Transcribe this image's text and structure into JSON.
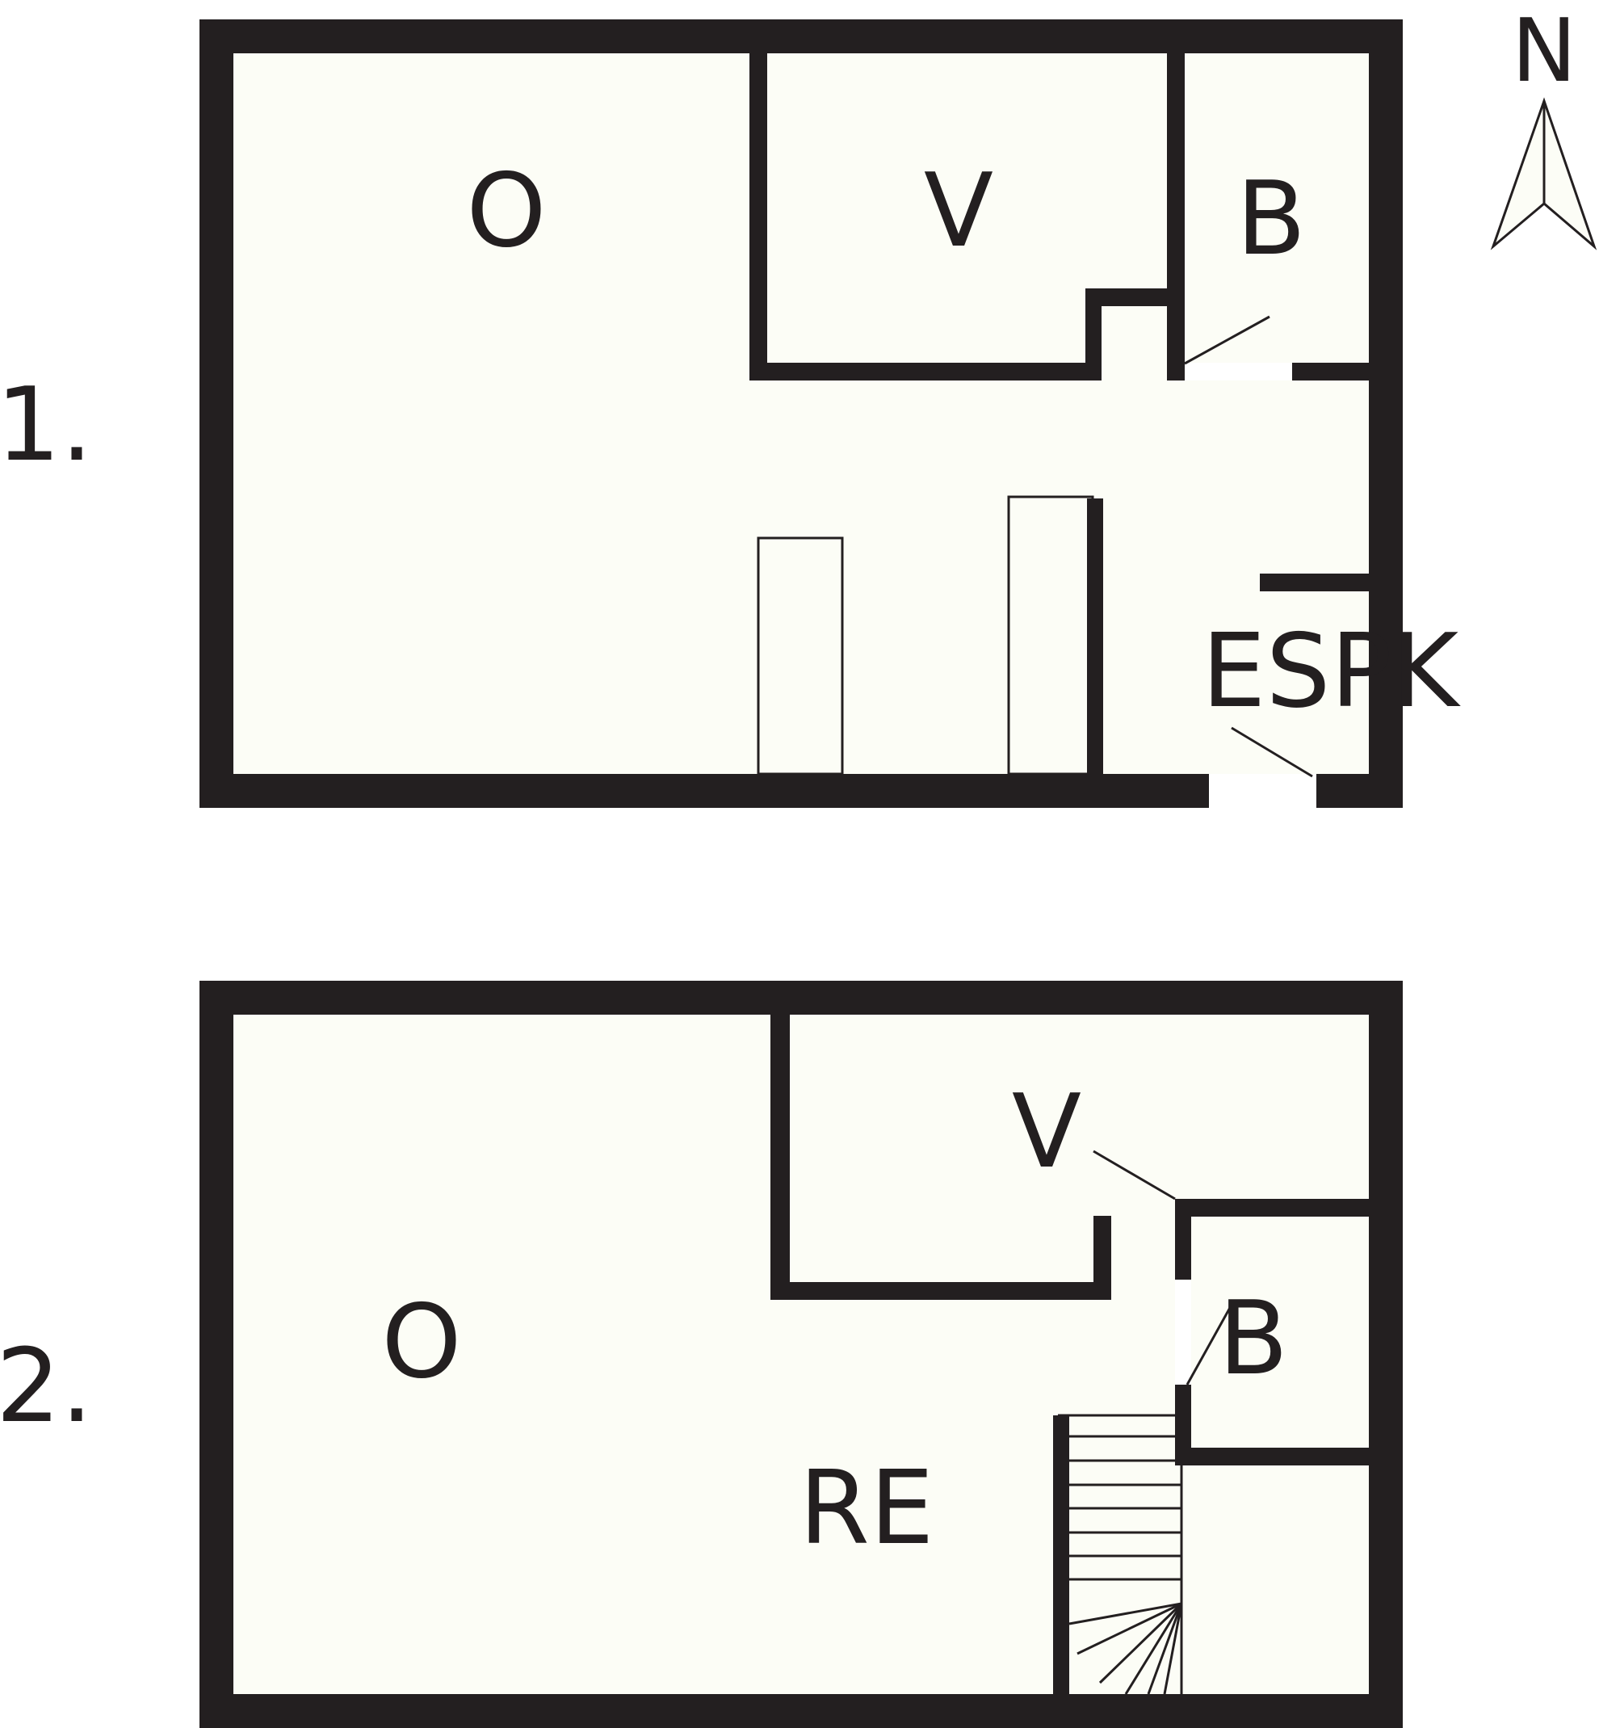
{
  "compass": {
    "label": "N"
  },
  "floors": [
    {
      "label": "1.",
      "rooms": [
        "O",
        "V",
        "B",
        "ESPK"
      ]
    },
    {
      "label": "2.",
      "rooms": [
        "O",
        "V",
        "B",
        "RE"
      ]
    }
  ]
}
